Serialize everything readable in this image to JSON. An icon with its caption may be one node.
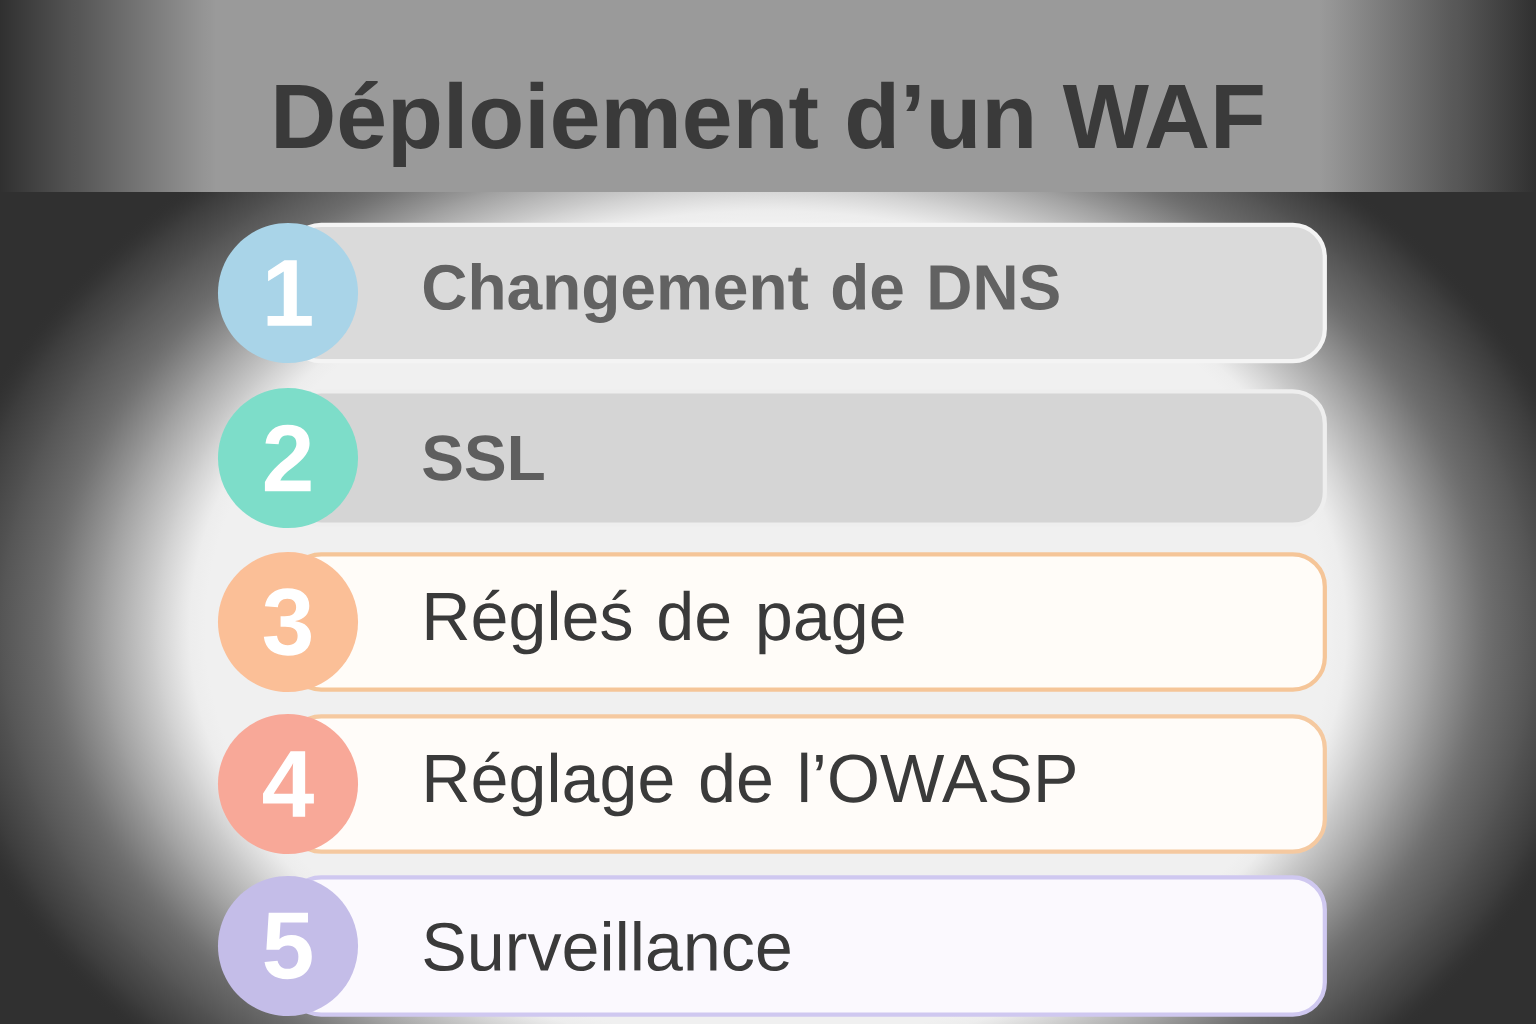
{
  "diagram": {
    "title": "Déploiement d’un WAF",
    "nodes": [
      {
        "text": [
          "1"
        ]
      },
      {
        "text": [
          "Changement de DNS"
        ]
      },
      {
        "text": [
          "2"
        ]
      },
      {
        "text": [
          "SSL"
        ]
      },
      {
        "text": [
          "3"
        ]
      },
      {
        "text": [
          "Régleś de page"
        ]
      },
      {
        "text": [
          "4"
        ]
      },
      {
        "text": [
          "Réglage de l’OWASP"
        ]
      },
      {
        "text": [
          "5"
        ]
      },
      {
        "text": [
          "Surveillance"
        ]
      }
    ]
  }
}
